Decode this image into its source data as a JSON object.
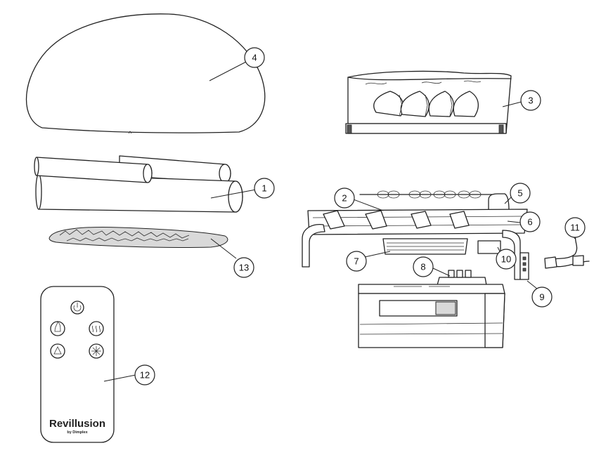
{
  "callouts": [
    {
      "label": "1"
    },
    {
      "label": "2"
    },
    {
      "label": "3"
    },
    {
      "label": "4"
    },
    {
      "label": "5"
    },
    {
      "label": "6"
    },
    {
      "label": "7"
    },
    {
      "label": "8"
    },
    {
      "label": "9"
    },
    {
      "label": "10"
    },
    {
      "label": "11"
    },
    {
      "label": "12"
    },
    {
      "label": "13"
    }
  ],
  "remote": {
    "brand_text": "Revillusion",
    "brand_sub": "by Dimplex"
  }
}
